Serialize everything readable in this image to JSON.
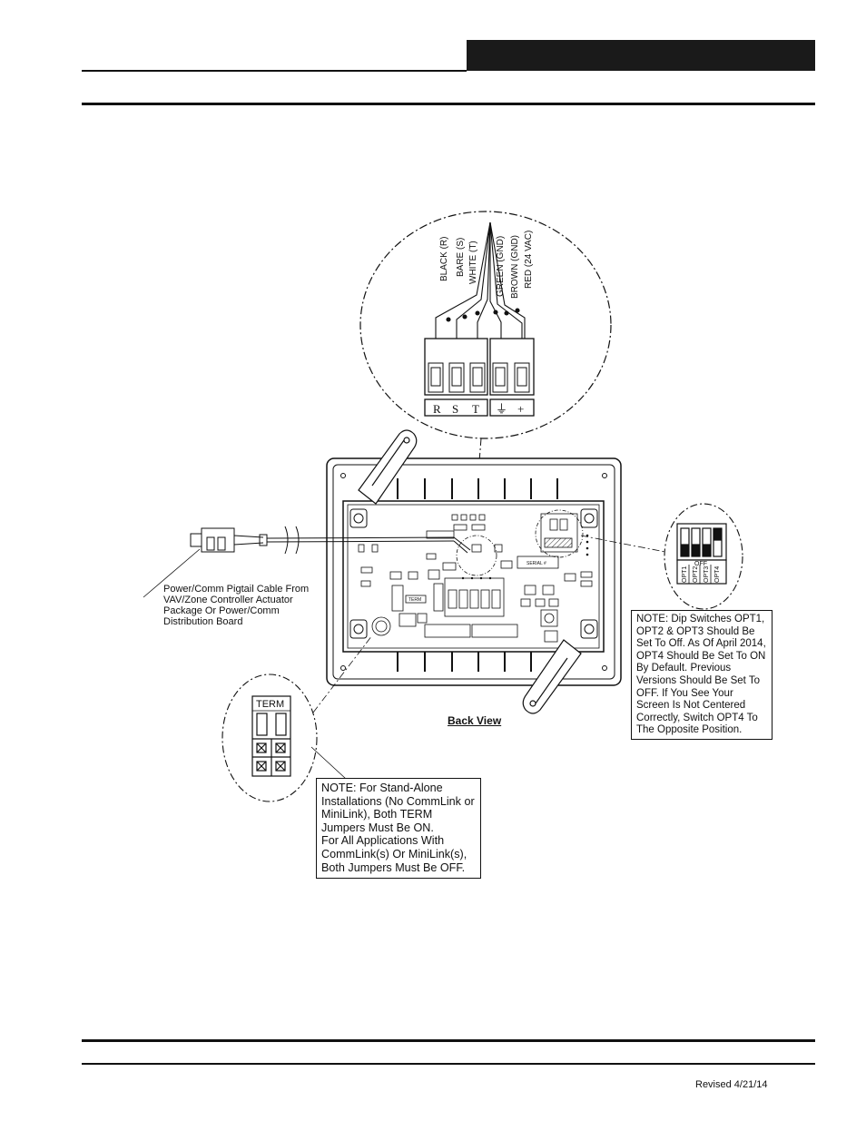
{
  "wire_labels": [
    "BLACK (R)",
    "BARE (S)",
    "WHITE (T)",
    "GREEN (GND)",
    "BROWN (GND)",
    "RED (24 VAC)"
  ],
  "terminal_labels": [
    "R",
    "S",
    "T",
    "⏚",
    "+"
  ],
  "board_text": {
    "serial": "SERIAL #",
    "term": "TERM",
    "term_small": "TERM",
    "off": "OFF",
    "dip_labels": [
      "OPT1",
      "OPT2",
      "OPT3",
      "OPT4"
    ]
  },
  "pigtail_note": "Power/Comm Pigtail Cable From VAV/Zone Controller Actuator Package Or Power/Comm Distribution Board",
  "dip_note": "NOTE: Dip Switches OPT1, OPT2 & OPT3 Should Be Set To Off. As Of April 2014, OPT4 Should Be Set To ON By Default. Previous Versions Should Be Set To OFF. If You See Your Screen Is Not Centered Correctly, Switch OPT4 To The Opposite Position.",
  "term_note": "NOTE:  For Stand-Alone Installations (No CommLink or MiniLink), Both TERM Jumpers Must Be ON.\nFor All Applications With CommLink(s) Or MiniLink(s), Both Jumpers Must Be OFF.",
  "back_view": "Back View",
  "revised": "Revised 4/21/14"
}
